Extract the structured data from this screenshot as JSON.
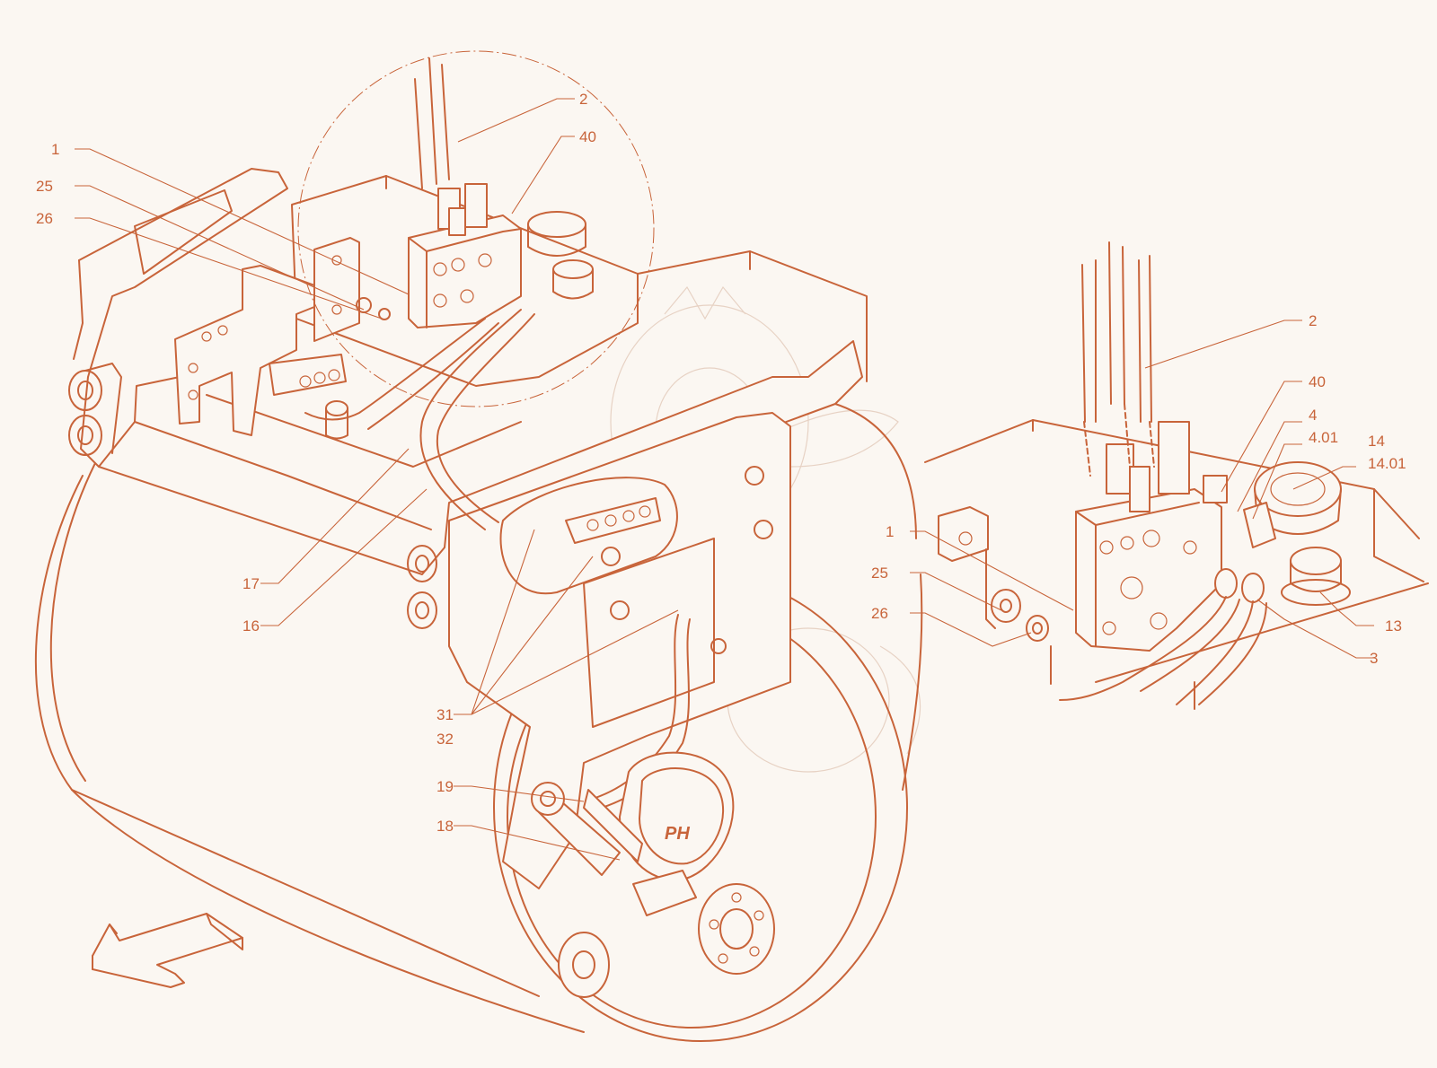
{
  "colors": {
    "line": "#c8643a",
    "background": "#fbf7f2",
    "watermark": "#e7d2c4"
  },
  "main_view": {
    "callouts": [
      {
        "id": "c1",
        "label": "1"
      },
      {
        "id": "c25",
        "label": "25"
      },
      {
        "id": "c26",
        "label": "26"
      },
      {
        "id": "c2",
        "label": "2"
      },
      {
        "id": "c40",
        "label": "40"
      },
      {
        "id": "c17",
        "label": "17"
      },
      {
        "id": "c16",
        "label": "16"
      },
      {
        "id": "c31",
        "label": "31"
      },
      {
        "id": "c32",
        "label": "32"
      },
      {
        "id": "c19",
        "label": "19"
      },
      {
        "id": "c18",
        "label": "18"
      }
    ],
    "motor_logo": "PH"
  },
  "detail_view": {
    "callouts": [
      {
        "id": "d2",
        "label": "2"
      },
      {
        "id": "d40",
        "label": "40"
      },
      {
        "id": "d4",
        "label": "4"
      },
      {
        "id": "d401",
        "label": "4.01"
      },
      {
        "id": "d14",
        "label": "14"
      },
      {
        "id": "d1401",
        "label": "14.01"
      },
      {
        "id": "d1",
        "label": "1"
      },
      {
        "id": "d25",
        "label": "25"
      },
      {
        "id": "d26",
        "label": "26"
      },
      {
        "id": "d13",
        "label": "13"
      },
      {
        "id": "d3",
        "label": "3"
      }
    ]
  },
  "direction_arrow": {
    "icon": "direction-arrow-icon"
  }
}
